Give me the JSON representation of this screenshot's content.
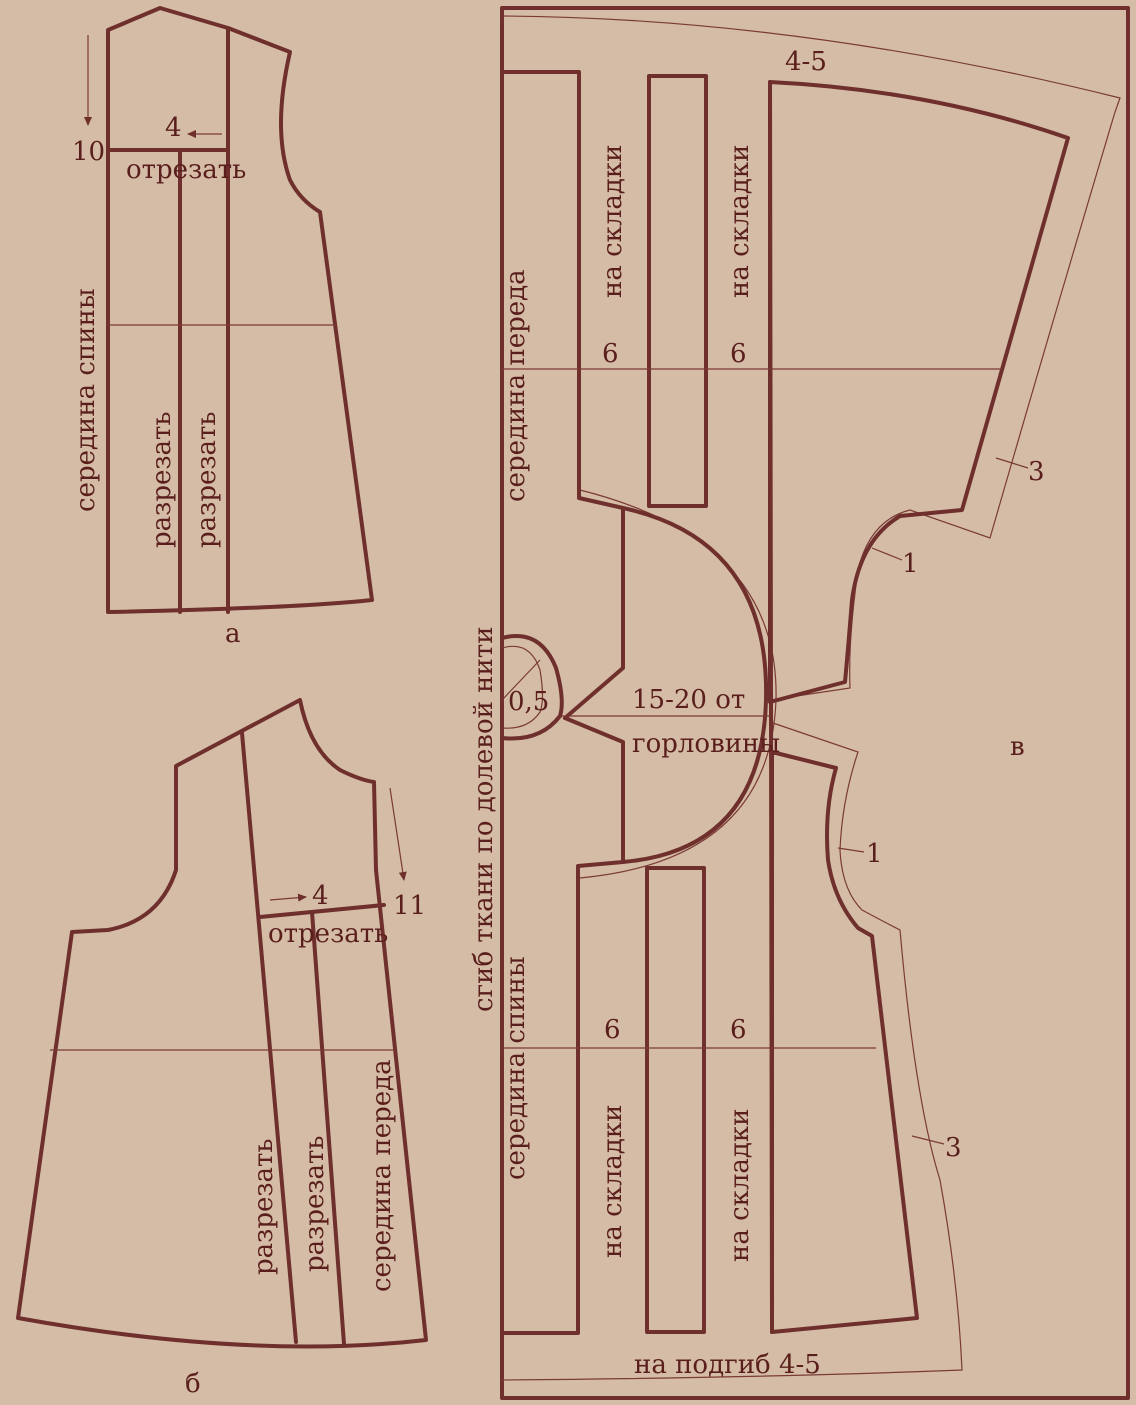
{
  "panel_a": {
    "caption": "а",
    "num_10": "10",
    "num_4": "4",
    "cut_off": "отрезать",
    "center_back": "середина спины",
    "slash1": "разрезать",
    "slash2": "разрезать"
  },
  "panel_b": {
    "caption": "б",
    "num_4": "4",
    "num_11": "11",
    "cut_off": "отрезать",
    "slash1": "разрезать",
    "slash2": "разрезать",
    "center_front": "середина переда"
  },
  "panel_v": {
    "caption": "в",
    "fold_grain": "сгиб ткани по долевой нити",
    "center_front": "середина переда",
    "center_back": "середина спины",
    "pleats_top_1": "на складки",
    "pleats_top_2": "на складки",
    "pleats_bottom_1": "на складки",
    "pleats_bottom_2": "на складки",
    "six_top_1": "6",
    "six_top_2": "6",
    "six_bottom_1": "6",
    "six_bottom_2": "6",
    "neck_radius": "0,5",
    "from_neck_line1": "15-20 от",
    "from_neck_line2": "горловины",
    "hem_allowance": "на подгиб 4-5",
    "top_allowance": "4-5",
    "seam_1a": "1",
    "seam_1b": "1",
    "seam_3a": "3",
    "seam_3b": "3"
  },
  "colors": {
    "background": "#d4bca6",
    "line": "#6f2f2c",
    "text": "#5a1e1c"
  }
}
